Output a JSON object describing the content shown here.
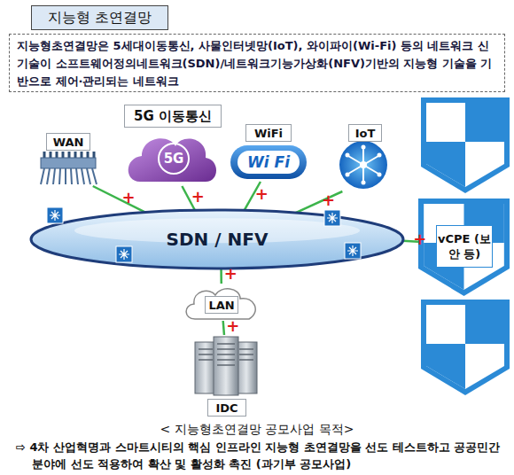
{
  "diagram": {
    "title": "지능형 초연결망",
    "caption": "< 지능형초연결망 공모사업 목적>",
    "nodes": [
      {
        "text": [
          "지능형초연결망은 5세대이동통신, 사물인터넷망(IoT), 와이파이(Wi-Fi) 등의 네트워크 신기술이 소프트웨어정의네트워크(SDN)/네트워크기능가상화(NFV)기반의 지능형 기술을 기반으로 제어·관리되는 네트워크"
        ]
      },
      {
        "text": [
          "WAN"
        ]
      },
      {
        "text": [
          "5G 이동통신",
          "5G"
        ]
      },
      {
        "text": [
          "WiFi",
          "Wi Fi"
        ]
      },
      {
        "text": [
          "IoT"
        ]
      },
      {
        "text": [
          "SDN / NFV"
        ]
      },
      {
        "text": [
          "vCPE (보안 등)"
        ]
      },
      {
        "text": [
          "LAN"
        ]
      },
      {
        "text": [
          "IDC"
        ]
      }
    ],
    "edges": [
      {
        "from": 1,
        "to": 5,
        "arrow": "none",
        "label": "+"
      },
      {
        "from": 2,
        "to": 5,
        "arrow": "none",
        "label": "+"
      },
      {
        "from": 3,
        "to": 5,
        "arrow": "none",
        "label": "+"
      },
      {
        "from": 4,
        "to": 5,
        "arrow": "none",
        "label": "+"
      },
      {
        "from": 5,
        "to": 6,
        "arrow": "none",
        "label": "+"
      },
      {
        "from": 5,
        "to": 7,
        "arrow": "none",
        "label": "+"
      },
      {
        "from": 7,
        "to": 8,
        "arrow": "none",
        "label": "+"
      }
    ],
    "labels": [
      "⇨ 4차 산업혁명과 스마트시티의 핵심 인프라인 지능형 초연결망을 선도 테스트하고 공공민간분야에 선도 적용하여 확산 및 활성화 촉진 (과기부 공모사업)"
    ]
  }
}
